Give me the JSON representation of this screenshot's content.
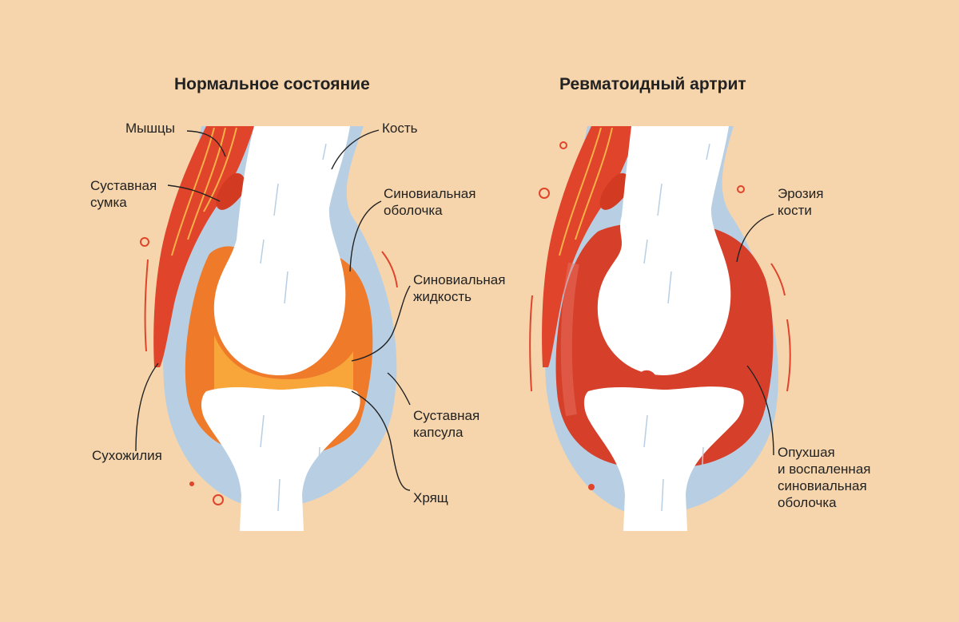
{
  "panels": {
    "normal": {
      "title": "Нормальное состояние",
      "labels": {
        "muscles": "Мышцы",
        "bursa": "Суставная\nсумка",
        "tendons": "Сухожилия",
        "bone": "Кость",
        "synovial_membrane": "Синовиальная\nоболочка",
        "synovial_fluid": "Синовиальная\nжидкость",
        "joint_capsule": "Суставная\nкапсула",
        "cartilage": "Хрящ"
      }
    },
    "arthritis": {
      "title": "Ревматоидный артрит",
      "labels": {
        "bone_erosion": "Эрозия\nкости",
        "inflamed_membrane": "Опухшая\nи воспаленная\nсиновиальная\nоболочка"
      }
    }
  },
  "colors": {
    "background": "#f6d5ac",
    "capsule": "#b8cfe3",
    "bone": "#ffffff",
    "muscle": "#e0442a",
    "muscle_dark": "#c8321c",
    "synovial_orange": "#ee7a2a",
    "synovial_fluid": "#f8a53a",
    "inflamed": "#d6402a",
    "leader_line": "#222222"
  }
}
